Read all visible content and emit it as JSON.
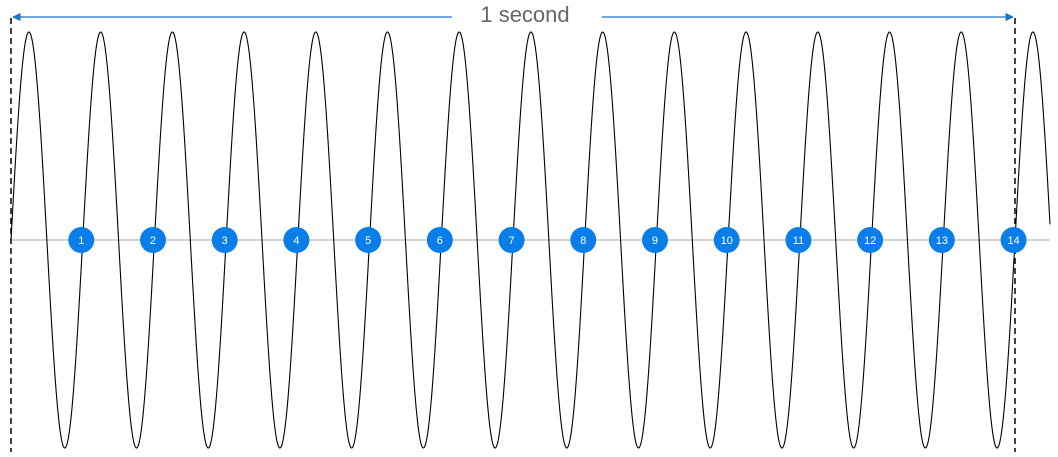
{
  "diagram": {
    "span_label": "1 second",
    "markers": [
      "1",
      "2",
      "3",
      "4",
      "5",
      "6",
      "7",
      "8",
      "9",
      "10",
      "11",
      "12",
      "13",
      "14"
    ]
  },
  "colors": {
    "background": "#ffffff",
    "wave": "#000000",
    "axis": "#a6a6a6",
    "arrow": "#1a73c8",
    "marker_fill": "#0a7ee8",
    "marker_text": "#ffffff",
    "label_text": "#666666",
    "boundary": "#000000"
  }
}
